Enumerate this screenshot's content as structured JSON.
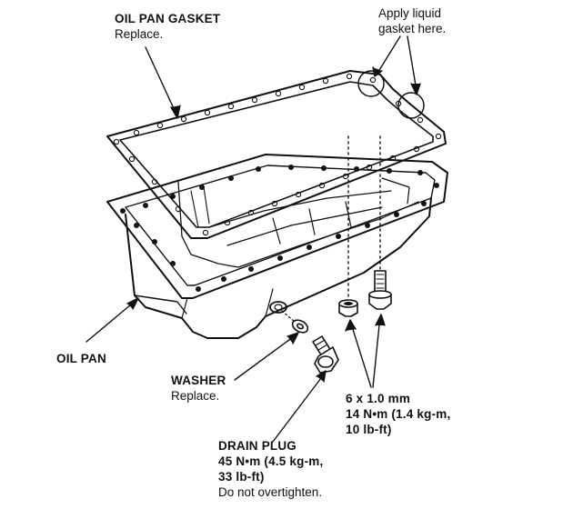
{
  "labels": {
    "gasket": {
      "title": "OIL PAN GASKET",
      "note": "Replace."
    },
    "liquid_gasket": {
      "line1": "Apply liquid",
      "line2": "gasket here."
    },
    "oil_pan": {
      "title": "OIL PAN"
    },
    "washer": {
      "title": "WASHER",
      "note": "Replace."
    },
    "bolts": {
      "line1": "6 x 1.0 mm",
      "line2": "14 N•m (1.4 kg-m,",
      "line3": "10 lb-ft)"
    },
    "drain_plug": {
      "title": "DRAIN PLUG",
      "line1": "45 N•m (4.5 kg-m,",
      "line2": "33 lb-ft)",
      "line3": "Do not overtighten."
    }
  },
  "colors": {
    "ink": "#111111",
    "background": "#ffffff"
  }
}
